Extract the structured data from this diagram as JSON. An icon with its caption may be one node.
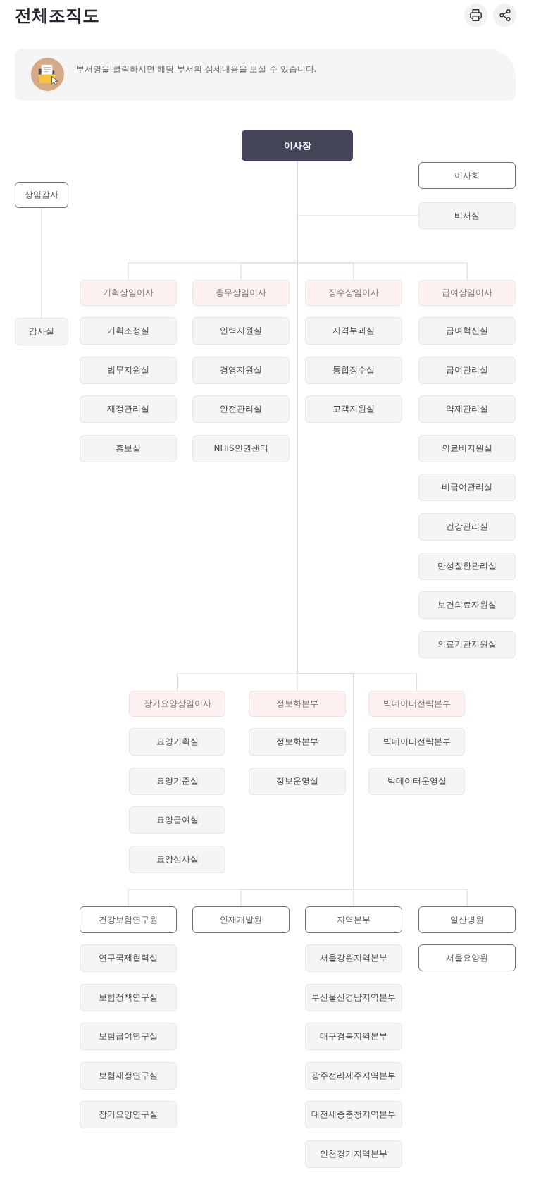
{
  "diagram": {
    "title": "전체조직도",
    "nodes": [
      {
        "text": [
          "이사장"
        ]
      },
      {
        "text": [
          "이사회"
        ]
      },
      {
        "text": [
          "상임감사"
        ]
      },
      {
        "text": [
          "비서실"
        ]
      },
      {
        "text": [
          "감사실"
        ]
      },
      {
        "text": [
          "기획상임이사"
        ]
      },
      {
        "text": [
          "기획조정실"
        ]
      },
      {
        "text": [
          "법무지원실"
        ]
      },
      {
        "text": [
          "재정관리실"
        ]
      },
      {
        "text": [
          "홍보실"
        ]
      },
      {
        "text": [
          "총무상임이사"
        ]
      },
      {
        "text": [
          "인력지원실"
        ]
      },
      {
        "text": [
          "경영지원실"
        ]
      },
      {
        "text": [
          "안전관리실"
        ]
      },
      {
        "text": [
          "NHIS인권센터"
        ]
      },
      {
        "text": [
          "징수상임이사"
        ]
      },
      {
        "text": [
          "자격부과실"
        ]
      },
      {
        "text": [
          "통합징수실"
        ]
      },
      {
        "text": [
          "고객지원실"
        ]
      },
      {
        "text": [
          "급여상임이사"
        ]
      },
      {
        "text": [
          "급여혁신실"
        ]
      },
      {
        "text": [
          "급여관리실"
        ]
      },
      {
        "text": [
          "약제관리실"
        ]
      },
      {
        "text": [
          "의료비지원실"
        ]
      },
      {
        "text": [
          "비급여관리실"
        ]
      },
      {
        "text": [
          "건강관리실"
        ]
      },
      {
        "text": [
          "만성질환관리실"
        ]
      },
      {
        "text": [
          "보건의료자원실"
        ]
      },
      {
        "text": [
          "의료기관지원실"
        ]
      },
      {
        "text": [
          "장기요양상임이사"
        ]
      },
      {
        "text": [
          "요양기획실"
        ]
      },
      {
        "text": [
          "요양기준실"
        ]
      },
      {
        "text": [
          "요양급여실"
        ]
      },
      {
        "text": [
          "요양심사실"
        ]
      },
      {
        "text": [
          "정보화본부"
        ]
      },
      {
        "text": [
          "정보화본부"
        ]
      },
      {
        "text": [
          "정보운영실"
        ]
      },
      {
        "text": [
          "빅데이터전략본부"
        ]
      },
      {
        "text": [
          "빅데이터전략본부"
        ]
      },
      {
        "text": [
          "빅데이터운영실"
        ]
      },
      {
        "text": [
          "건강보험연구원"
        ]
      },
      {
        "text": [
          "연구국제협력실"
        ]
      },
      {
        "text": [
          "보험정책연구실"
        ]
      },
      {
        "text": [
          "보험급여연구실"
        ]
      },
      {
        "text": [
          "보험재정연구실"
        ]
      },
      {
        "text": [
          "장기요양연구실"
        ]
      },
      {
        "text": [
          "인재개발원"
        ]
      },
      {
        "text": [
          "지역본부"
        ]
      },
      {
        "text": [
          "서울강원지역본부"
        ]
      },
      {
        "text": [
          "부산울산경남지역본부"
        ]
      },
      {
        "text": [
          "대구경북지역본부"
        ]
      },
      {
        "text": [
          "광주전라제주지역본부"
        ]
      },
      {
        "text": [
          "대전세종충청지역본부"
        ]
      },
      {
        "text": [
          "인천경기지역본부"
        ]
      },
      {
        "text": [
          "일산병원"
        ]
      },
      {
        "text": [
          "서울요양원"
        ]
      }
    ],
    "edges": [
      {
        "from": 0,
        "to": 3,
        "arrow": "none"
      },
      {
        "from": 2,
        "to": 4,
        "arrow": "none"
      },
      {
        "from": 0,
        "to": 5,
        "arrow": "none"
      },
      {
        "from": 0,
        "to": 10,
        "arrow": "none"
      },
      {
        "from": 0,
        "to": 15,
        "arrow": "none"
      },
      {
        "from": 0,
        "to": 19,
        "arrow": "none"
      },
      {
        "from": 0,
        "to": 29,
        "arrow": "none"
      },
      {
        "from": 0,
        "to": 34,
        "arrow": "none"
      },
      {
        "from": 0,
        "to": 37,
        "arrow": "none"
      },
      {
        "from": 0,
        "to": 40,
        "arrow": "none"
      },
      {
        "from": 0,
        "to": 46,
        "arrow": "none"
      },
      {
        "from": 0,
        "to": 47,
        "arrow": "none"
      },
      {
        "from": 0,
        "to": 54,
        "arrow": "none"
      }
    ],
    "labels": [
      "부서명을 클릭하시면 해당 부서의 상세내용을 보실 수 있습니다."
    ]
  }
}
